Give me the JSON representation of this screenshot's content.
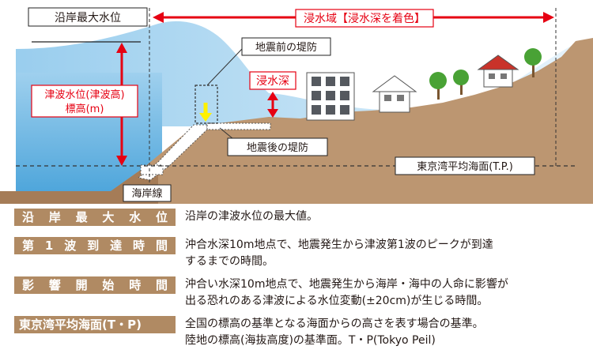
{
  "diagram": {
    "coastal_max_level": "沿岸最大水位",
    "inundation_area": "浸水域【浸水深を着色】",
    "levee_before": "地震前の堤防",
    "inundation_depth": "浸水深",
    "wave_level_line1": "津波水位(津波高)",
    "wave_level_line2": "標高(m)",
    "levee_after": "地震後の堤防",
    "tokyo_bay_mean": "東京湾平均海面(T.P.)",
    "coastline": "海岸線"
  },
  "legend": [
    {
      "term": "沿岸最大水位",
      "lines": [
        "沿岸の津波水位の最大値。"
      ]
    },
    {
      "term": "第1波到達時間",
      "lines": [
        "沖合水深10m地点で、地震発生から津波第1波のピークが到達",
        "するまでの時間。"
      ]
    },
    {
      "term": "影響開始時間",
      "lines": [
        "沖合い水深10m地点で、地震発生から海岸・海中の人命に影響が",
        "出る恐れのある津波による水位変動(±20cm)が生じる時間。"
      ]
    },
    {
      "term": "東京湾平均海面(T・P)",
      "lines": [
        "全国の標高の基準となる海面からの高さを表す場合の基準。",
        "陸地の標高(海抜高度)の基準面。T・P(Tokyo Peil)"
      ]
    }
  ],
  "colors": {
    "sea": "#c4e1f3",
    "sea_light": "#dff0fa",
    "ground": "#bc9671",
    "ground_dark": "#a57c57",
    "term_bg": "#b08a63",
    "red": "#e60012",
    "yellow": "#fff100"
  }
}
